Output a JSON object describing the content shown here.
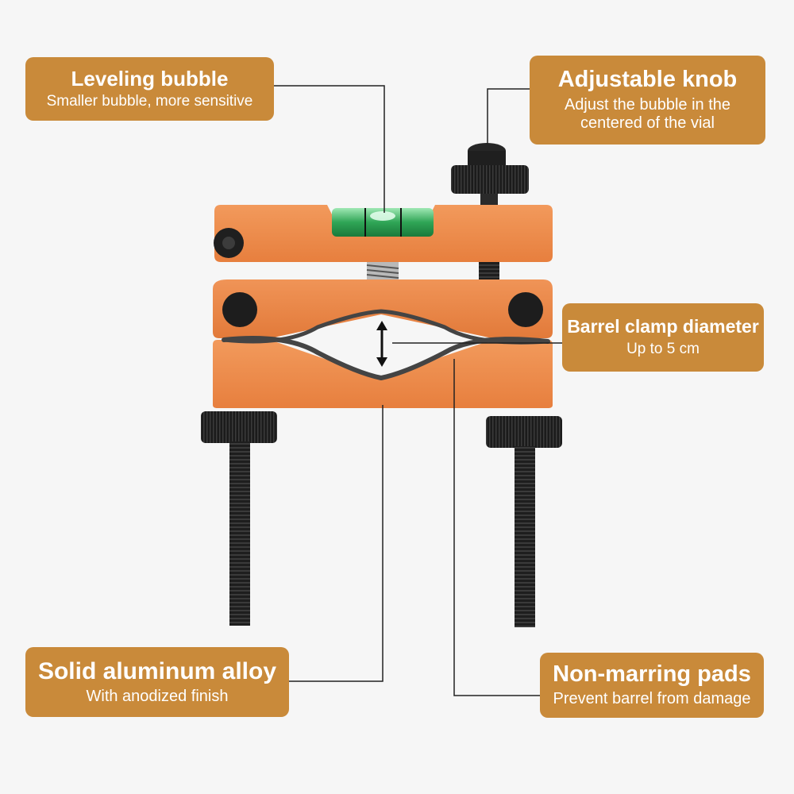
{
  "callouts": {
    "leveling_bubble": {
      "title": "Leveling bubble",
      "subtitle": "Smaller bubble, more sensitive"
    },
    "adjustable_knob": {
      "title": "Adjustable knob",
      "subtitle": "Adjust the bubble in the centered of the vial"
    },
    "barrel_clamp": {
      "title": "Barrel clamp diameter",
      "subtitle": "Up to 5 cm"
    },
    "aluminum_alloy": {
      "title": "Solid aluminum alloy",
      "subtitle": "With anodized finish"
    },
    "non_marring_pads": {
      "title": "Non-marring pads",
      "subtitle": "Prevent barrel from damage"
    }
  },
  "colors": {
    "callout_fill": "#c98a3a",
    "body_orange": "#ee8a4a",
    "knob_black": "#1c1c1c",
    "vial_green": "#2e9c52",
    "background": "#f6f6f6"
  }
}
